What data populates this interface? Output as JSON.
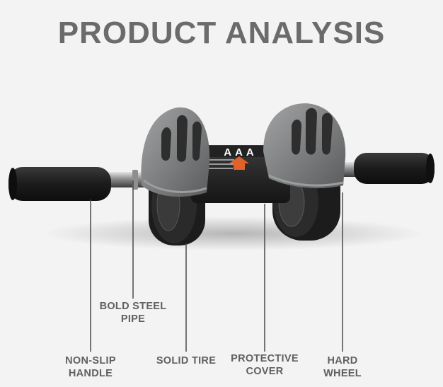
{
  "title": "PRODUCT ANALYSIS",
  "product": {
    "band_text": "AAA",
    "colors": {
      "background": "#f3f3f3",
      "title": "#6b6b6b",
      "label": "#606060",
      "cover": "#77797a",
      "foam": "#1b1b1b",
      "accent": "#e0622a"
    }
  },
  "labels": {
    "non_slip_handle": "NON-SLIP\nHANDLE",
    "bold_steel_pipe": "BOLD STEEL\nPIPE",
    "solid_tire": "SOLID TIRE",
    "protective_cover": "PROTECTIVE\nCOVER",
    "hard_wheel": "HARD\nWHEEL"
  }
}
